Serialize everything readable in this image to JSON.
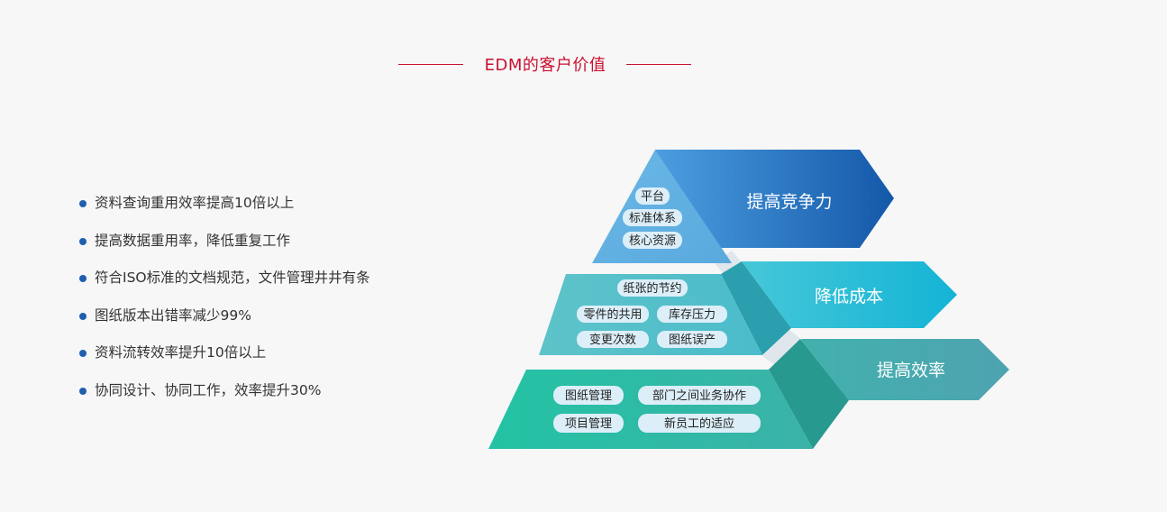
{
  "header": {
    "title": "EDM的客户价值"
  },
  "benefits": [
    "资料查询重用效率提高10倍以上",
    "提高数据重用率，降低重复工作",
    "符合ISO标准的文档规范，文件管理井井有条",
    "图纸版本出错率减少99%",
    "资料流转效率提升10倍以上",
    "协同设计、协同工作，效率提升30%"
  ],
  "pyramid": {
    "top": {
      "band": "提高竞争力",
      "items": [
        "平台",
        "标准体系",
        "核心资源"
      ],
      "colors": {
        "face": "#5aaee0",
        "side": "#2f6fb3",
        "band_from": "#4c9ee0",
        "band_to": "#1458a9"
      }
    },
    "middle": {
      "band": "降低成本",
      "items": [
        "纸张的节约",
        "零件的共用",
        "库存压力",
        "变更次数",
        "图纸误产"
      ],
      "colors": {
        "face": "#57c0cb",
        "side": "#2b9fae",
        "band_from": "#46c7d8",
        "band_to": "#14b4d6"
      }
    },
    "bottom": {
      "band": "提高效率",
      "items": [
        "图纸管理",
        "部门之间业务协作",
        "项目管理",
        "新员工的适应"
      ],
      "colors": {
        "face": "#2dbfa6",
        "side": "#27998e",
        "band_from": "#42b1ad",
        "band_to": "#4ea3b1"
      }
    },
    "pill_color": "#dceef8"
  }
}
